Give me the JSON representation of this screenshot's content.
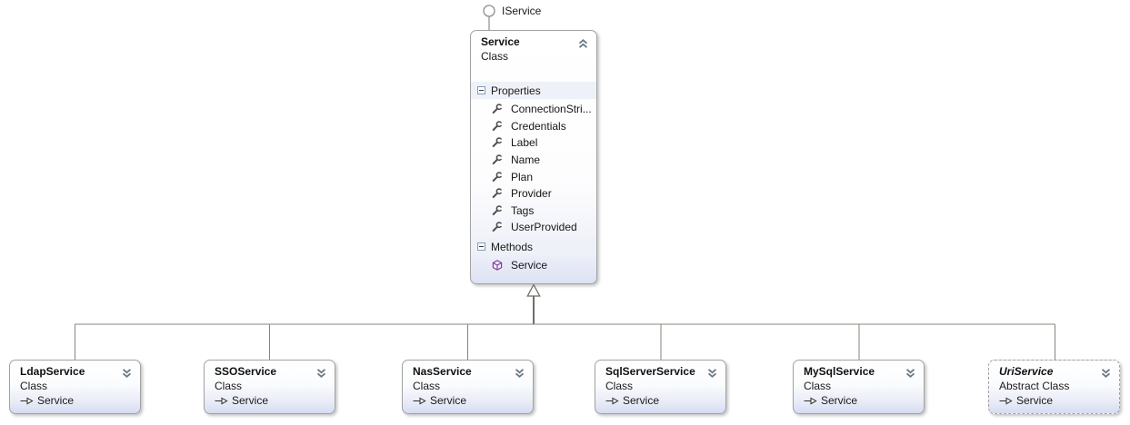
{
  "interface_lollipop": {
    "label": "IService"
  },
  "service_class": {
    "name": "Service",
    "kind": "Class",
    "sections": [
      {
        "label": "Properties",
        "items": [
          "ConnectionStri...",
          "Credentials",
          "Label",
          "Name",
          "Plan",
          "Provider",
          "Tags",
          "UserProvided"
        ]
      },
      {
        "label": "Methods",
        "items": [
          "Service"
        ]
      }
    ]
  },
  "derived_classes": [
    {
      "name": "LdapService",
      "kind": "Class",
      "base": "Service"
    },
    {
      "name": "SSOService",
      "kind": "Class",
      "base": "Service"
    },
    {
      "name": "NasService",
      "kind": "Class",
      "base": "Service"
    },
    {
      "name": "SqlServerService",
      "kind": "Class",
      "base": "Service"
    },
    {
      "name": "MySqlService",
      "kind": "Class",
      "base": "Service"
    },
    {
      "name": "UriService",
      "kind": "Abstract Class",
      "base": "Service"
    }
  ],
  "icons": {
    "service_collapse": "chevron-double-up-icon",
    "child_expand": "chevron-double-down-icon",
    "section_toggle": "minus-box-icon",
    "property": "wrench-icon",
    "method": "cube-icon",
    "base_type": "inheritance-arrow-icon",
    "interface": "lollipop-icon"
  },
  "colors": {
    "box_border": "#a2a2a2",
    "box_gradient_top": "#ffffff",
    "box_gradient_bottom": "#d6dcf1",
    "section_header_bg": "#eff1f8",
    "connector_line": "#85857e",
    "trunk_line": "#6f6f68",
    "method_icon_purple": "#7b3f98",
    "wrench_icon_gray": "#4f4f4f",
    "chevron_blue_gray": "#6e7b8a",
    "text": "#1a1a1a"
  }
}
